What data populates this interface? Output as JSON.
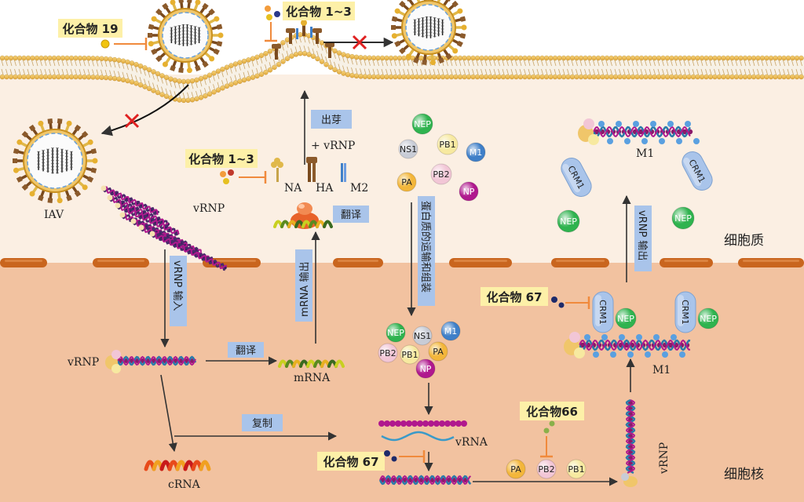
{
  "labels": {
    "compound19": "化合物 19",
    "compound1_3_top": "化合物 1~3",
    "compound1_3_mid": "化合物 1~3",
    "compound67_a": "化合物 67",
    "compound67_b": "化合物 67",
    "compound66": "化合物66",
    "budding": "出芽",
    "plus_vrnp": "+ vRNP",
    "na": "NA",
    "ha": "HA",
    "m2": "M2",
    "translate_top": "翻译",
    "translate_mid": "翻译",
    "iav": "IAV",
    "vrnp_top": "vRNP",
    "vrnp_nucleus": "vRNP",
    "vrnp_right": "vRNP",
    "vrna": "vRNA",
    "crna": "cRNA",
    "mrna": "mRNA",
    "m1_top": "M1",
    "m1_bottom": "M1",
    "vrnp_import": "vRNP 输入",
    "mrna_export": "mRNA 输出",
    "protein_transport": "蛋白质的运输和组装",
    "replication": "复制",
    "vrnp_export": "vRNP 输出",
    "cytoplasm": "细胞质",
    "nucleus": "细胞核"
  },
  "proteins": {
    "nep": "NEP",
    "ns1": "NS1",
    "pb1": "PB1",
    "pb2": "PB2",
    "pa": "PA",
    "m1": "M1",
    "np": "NP",
    "crm1": "CRM1"
  },
  "colors": {
    "cytoplasm": "#fbefe3",
    "nucleus": "#f2c2a0",
    "membrane_head": "#f0c66a",
    "nuclear_envelope": "#c9651e",
    "label_box": "#fdf0a8",
    "arrow_box": "#a9c4ea",
    "inhibit": "#f08a3c",
    "cross": "#e02020",
    "nep": "#2fb34f",
    "ns1": "#c8ccd6",
    "pb1": "#f7e9a0",
    "pb2": "#f2c6d6",
    "pa": "#f3b63a",
    "m1": "#3f7fc8",
    "np": "#b0188e",
    "crm1": "#a9c4ea"
  }
}
